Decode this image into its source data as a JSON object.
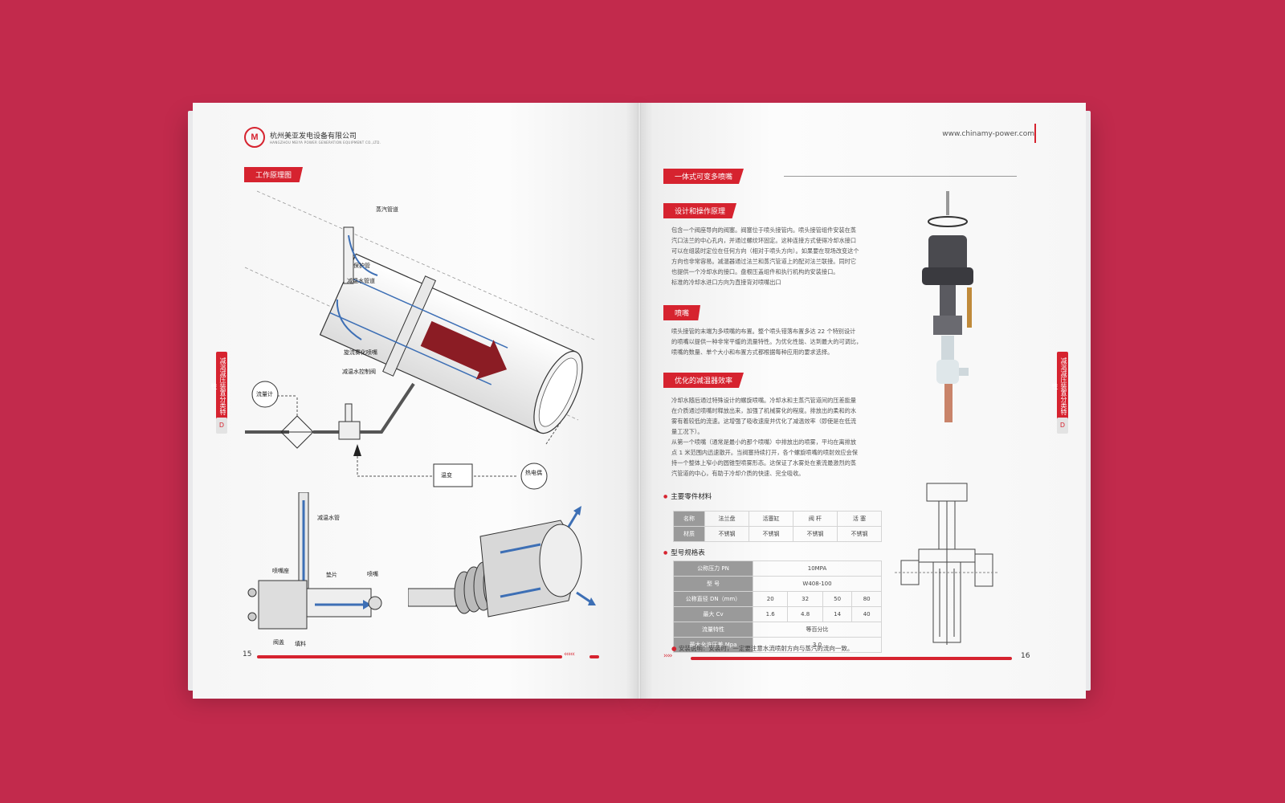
{
  "left_page": {
    "company_cn": "杭州美亚发电设备有限公司",
    "company_en": "HANGZHOU MEIYA POWER GENERATION EQUIPMENT CO.,LTD.",
    "logo_letter": "M",
    "section_title": "工作原理图",
    "side_tab": "减温减压装置分类特性",
    "side_letter": "D",
    "page_number": "15",
    "diagram_labels": {
      "steam_pipe": "蒸汽管道",
      "protection_tube": "保护管",
      "water_pipe": "减温水管道",
      "swirl_nozzle": "旋流雾化喷嘴",
      "control_valve": "减温水控制阀",
      "flowmeter": "流量计",
      "transmitter": "温变",
      "thermocouple": "热电偶",
      "water_tube": "减温水管",
      "nozzle_seat": "喷嘴座",
      "gasket": "垫片",
      "nozzle": "喷嘴",
      "valve_cover": "阀盖",
      "packing": "填料"
    }
  },
  "right_page": {
    "url": "www.chinamy-power.com",
    "section_title": "一体式可变多喷嘴",
    "side_tab": "减温减压装置分类特性",
    "side_letter": "D",
    "page_number": "16",
    "sub1_title": "设计和操作原理",
    "sub1_text": [
      "包含一个阀座导向的阀塞。阀塞位于喷头接管内。喷头接管组件安装在蒸",
      "汽口法兰的中心孔内，并通过螺纹环固定。这种连接方式使得冷却水接口",
      "可以在组装时定位在任何方向（相对于喷头方向）。如果要在现场改变这个",
      "方向也非常容易。减温器通过法兰和蒸汽管道上的配对法兰联接。同时它",
      "也提供一个冷却水的接口。盘根压盖组件和执行机构的安装接口。",
      "标准的冷却水进口方向为直接背对喷嘴出口"
    ],
    "sub2_title": "喷嘴",
    "sub2_text": [
      "喷头接管的末端为多喷嘴的布置。整个喷头错落布置多达 22 个特别设计",
      "的喷嘴以提供一种非常平缓的流量特性。为优化性能、达到最大的可调比，",
      "喷嘴的数量、单个大小和布置方式都根据每种应用的要求选择。"
    ],
    "sub3_title": "优化的减温器效率",
    "sub3_text": [
      "冷却水随后通过特殊设计的螺旋喷嘴。冷却水和主蒸汽管道间的压差能量",
      "在介质通过喷嘴时释放出来，加强了机械雾化的程度。排放出的柔和的水",
      "雾有着较低的流速。这增强了吸收速度并优化了减温效率（即使是在低流",
      "量工况下）。",
      "从第一个喷嘴（通常是最小的那个喷嘴）中排放出的喷雾，平均在离排放",
      "点 1 米范围内迅速散开。当阀塞持续打开，各个螺旋喷嘴的喷射效应会保",
      "持一个整体上窄小的圆锥型喷雾形态。这保证了水雾处在紊流最激烈的蒸",
      "汽管道的中心，有助于冷却介质的快速、完全吸收。"
    ],
    "materials_title": "主要零件材料",
    "materials_table": {
      "row1": [
        "名称",
        "法兰盘",
        "活塞缸",
        "阀 杆",
        "活 塞"
      ],
      "row2": [
        "材质",
        "不锈钢",
        "不锈钢",
        "不锈钢",
        "不锈钢"
      ]
    },
    "spec_title": "型号规格表",
    "spec_table": {
      "pressure_label": "公称压力 PN",
      "pressure_value": "10MPA",
      "model_label": "型 号",
      "model_value": "W408-100",
      "dn_label": "公称直径 DN（mm）",
      "dn_values": [
        "20",
        "32",
        "50",
        "80"
      ],
      "cv_label": "最大 Cv",
      "cv_values": [
        "1.6",
        "4.8",
        "14",
        "40"
      ],
      "flow_label": "流量特性",
      "flow_value": "等百分比",
      "dp_label": "最大允许压差 Mpa",
      "dp_value": "3.0"
    },
    "install_note": "安装说明：安装时，一定要注意水流喷射方向与蒸汽的流向一致。"
  },
  "colors": {
    "background": "#c22a4c",
    "accent": "#d6232f",
    "diagram_blue": "#3d6fb5",
    "arrow_dark_red": "#8b1c24"
  }
}
